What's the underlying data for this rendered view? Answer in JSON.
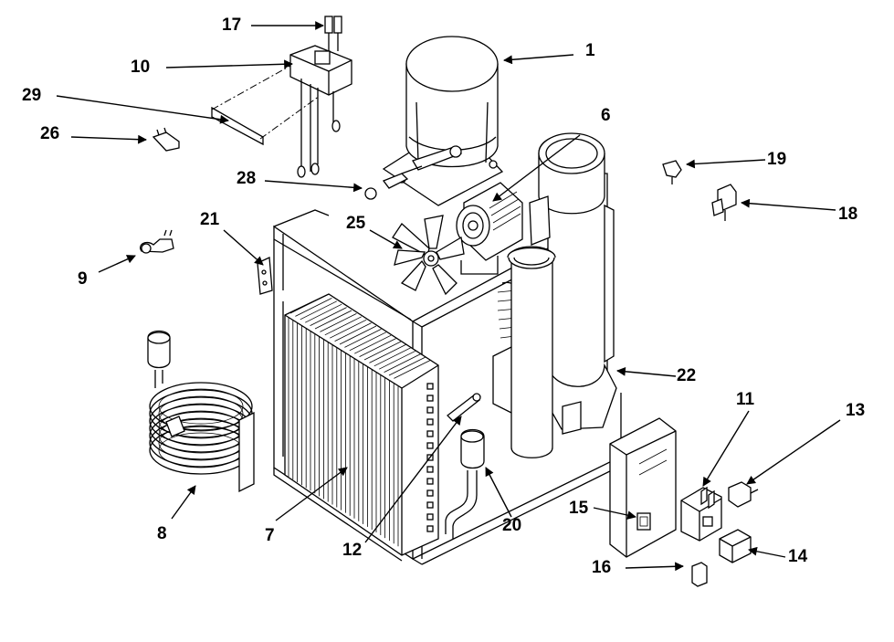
{
  "callouts": {
    "c1": "1",
    "c6": "6",
    "c7": "7",
    "c8": "8",
    "c9": "9",
    "c10": "10",
    "c11": "11",
    "c12": "12",
    "c13": "13",
    "c14": "14",
    "c15": "15",
    "c16": "16",
    "c17": "17",
    "c18": "18",
    "c19": "19",
    "c20": "20",
    "c21": "21",
    "c22": "22",
    "c25": "25",
    "c26": "26",
    "c28": "28",
    "c29": "29"
  }
}
